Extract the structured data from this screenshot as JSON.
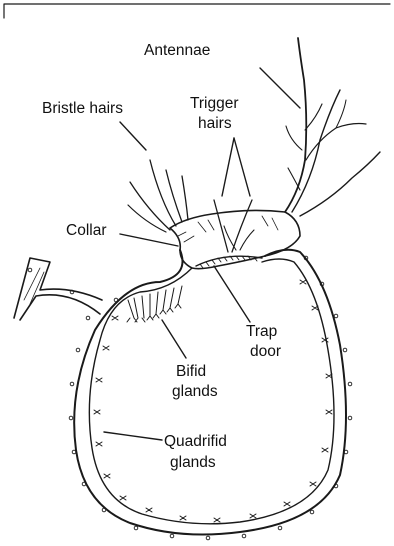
{
  "labels": {
    "antennae": "Antennae",
    "bristle_hairs": "Bristle hairs",
    "trigger_hairs_1": "Trigger",
    "trigger_hairs_2": "hairs",
    "collar": "Collar",
    "trap_door_1": "Trap",
    "trap_door_2": "door",
    "bifid_glands_1": "Bifid",
    "bifid_glands_2": "glands",
    "quadrifid_glands_1": "Quadrifid",
    "quadrifid_glands_2": "glands"
  }
}
